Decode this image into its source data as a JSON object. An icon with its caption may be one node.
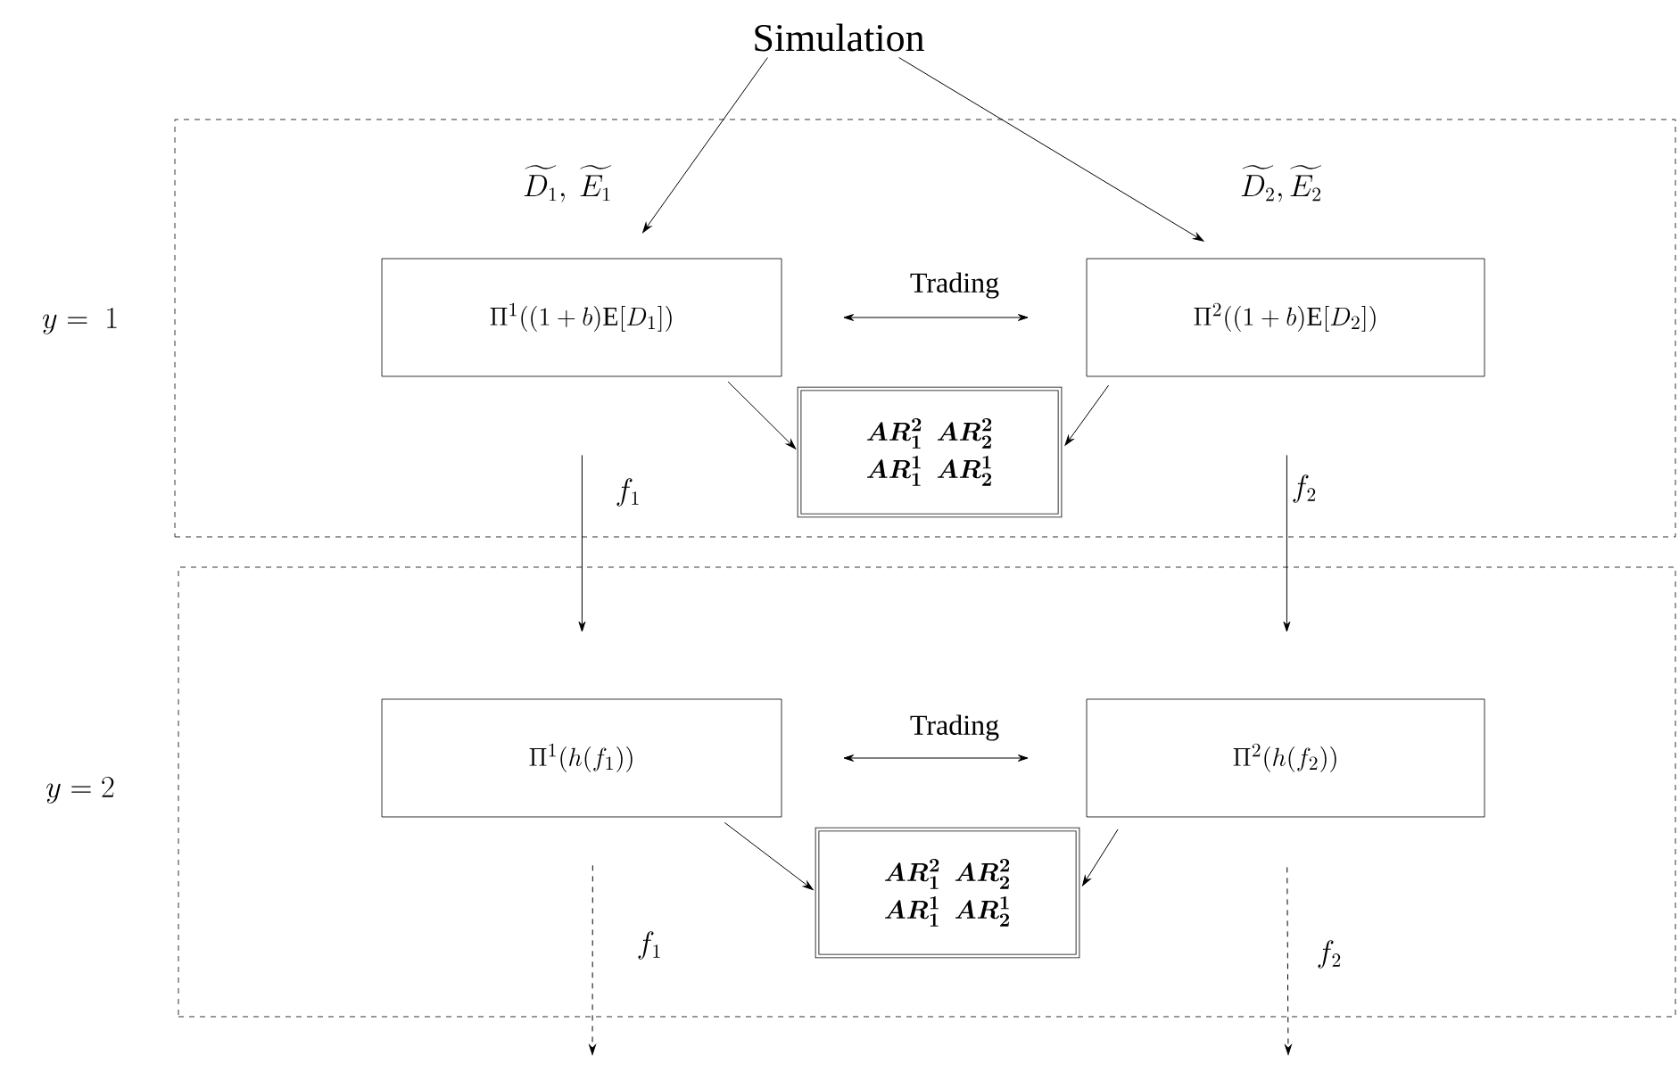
{
  "diagram": {
    "nodes": [
      {
        "text": [
          "Simulation"
        ]
      },
      {
        "text": [],
        "shape": "box",
        "beside": [
          "y =\\ 1"
        ]
      },
      {
        "text": [
          "\\Pi^1((1+b)\\mathrm{E}[D_1])"
        ],
        "in": 1
      },
      {
        "text": [
          "\\Pi^2((1+b)\\mathrm{E}[D_2])"
        ],
        "in": 1
      },
      {
        "text": [
          "\\boldsymbol{AR_1^2}\\ \\ \\boldsymbol{AR_2^2}",
          "\\boldsymbol{AR_1^1}\\ \\ \\boldsymbol{AR_2^1}"
        ],
        "in": 1
      },
      {
        "text": [],
        "shape": "box",
        "beside": [
          "y = 2"
        ]
      },
      {
        "text": [
          "\\Pi^1(h(f_1))"
        ],
        "in": 5
      },
      {
        "text": [
          "\\Pi^2(h(f_2))"
        ],
        "in": 5
      },
      {
        "text": [
          "\\boldsymbol{AR_1^2}\\ \\ \\boldsymbol{AR_2^2}",
          "\\boldsymbol{AR_1^1}\\ \\ \\boldsymbol{AR_2^1}"
        ],
        "in": 5
      }
    ],
    "edges": [
      {
        "from": 0,
        "to": 2,
        "arrow": "to",
        "label": "\\widetilde{D_1},\\ \\widetilde{E_1}"
      },
      {
        "from": 0,
        "to": 3,
        "arrow": "to",
        "label": "\\widetilde{D_2},\\widetilde{E_2}"
      },
      {
        "from": 2,
        "to": 3,
        "arrow": "both",
        "label": "Trading"
      },
      {
        "from": 2,
        "to": 4,
        "arrow": "to"
      },
      {
        "from": 3,
        "to": 4,
        "arrow": "to"
      },
      {
        "from": 2,
        "to": 6,
        "arrow": "to",
        "label": "f_1"
      },
      {
        "from": 3,
        "to": 7,
        "arrow": "to",
        "label": "f_2"
      },
      {
        "from": 6,
        "to": 7,
        "arrow": "both",
        "label": "Trading"
      },
      {
        "from": 6,
        "to": 8,
        "arrow": "to"
      },
      {
        "from": 7,
        "to": 8,
        "arrow": "to"
      },
      {
        "from": 6,
        "to": null,
        "arrow": "to",
        "style": "dashed",
        "label": "f_1"
      },
      {
        "from": 7,
        "to": null,
        "arrow": "to",
        "style": "dashed",
        "label": "f_2"
      }
    ]
  }
}
